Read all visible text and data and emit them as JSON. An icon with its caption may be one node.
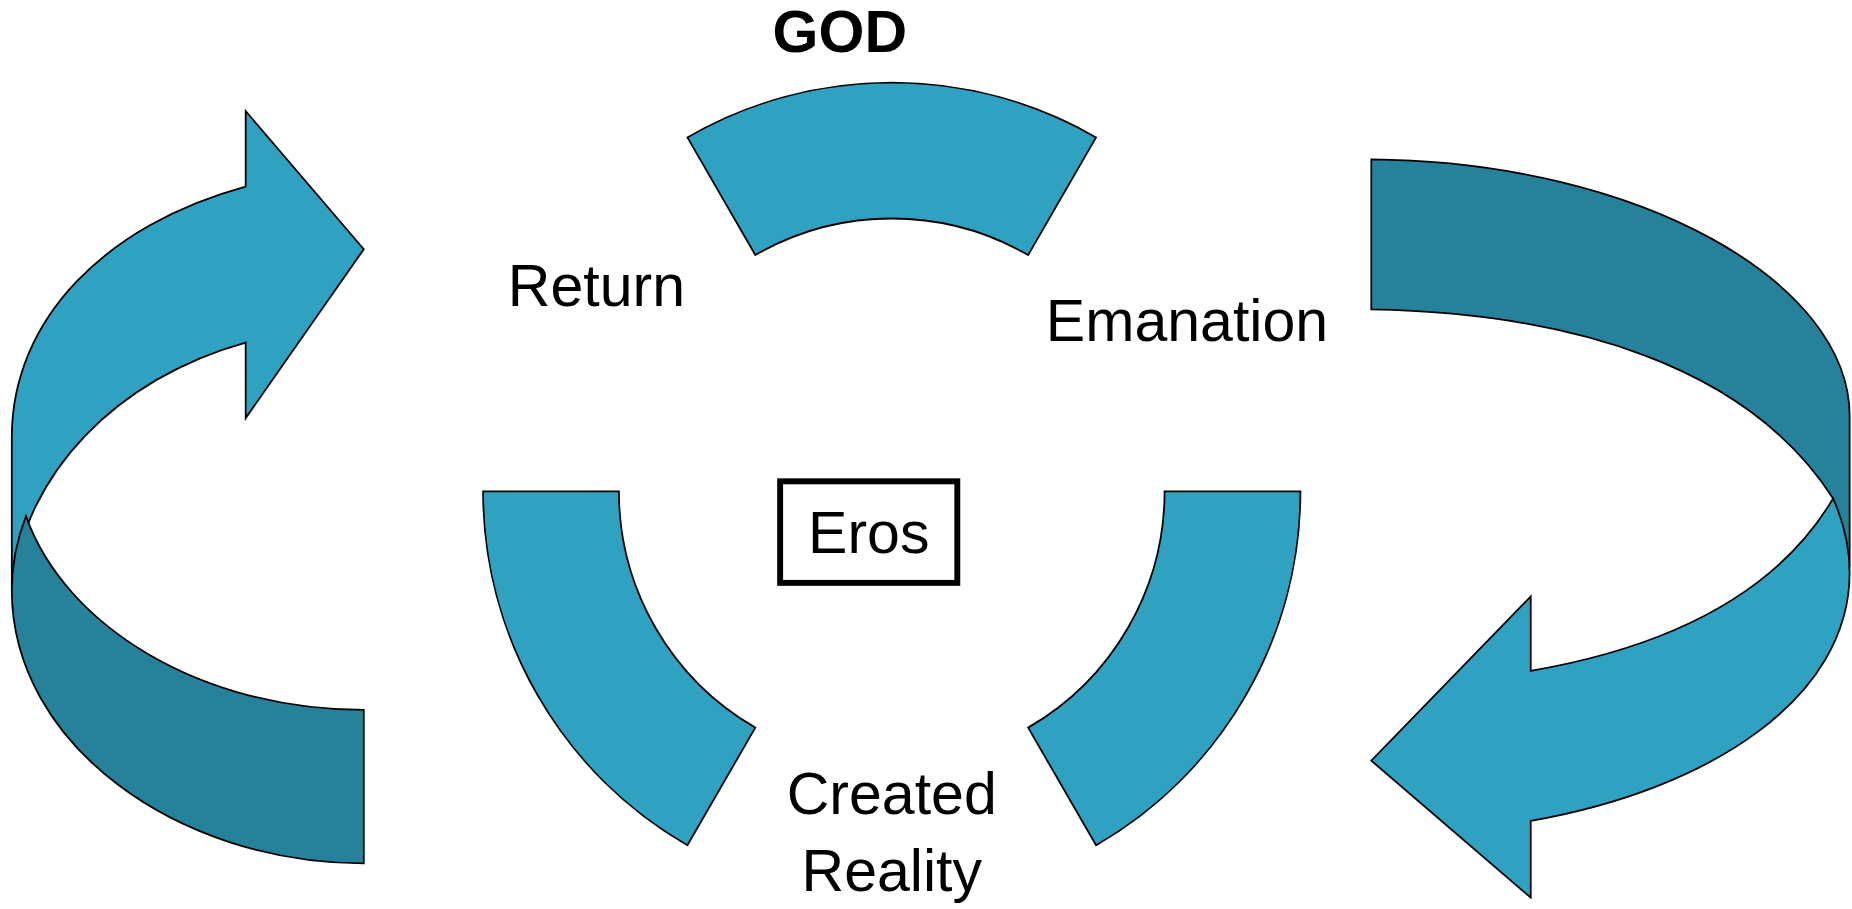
{
  "diagram": {
    "nodes": [
      {
        "text": [
          "Eros"
        ]
      }
    ],
    "labels": [
      "GOD",
      "Return",
      "Emanation",
      "Created Reality"
    ]
  }
}
